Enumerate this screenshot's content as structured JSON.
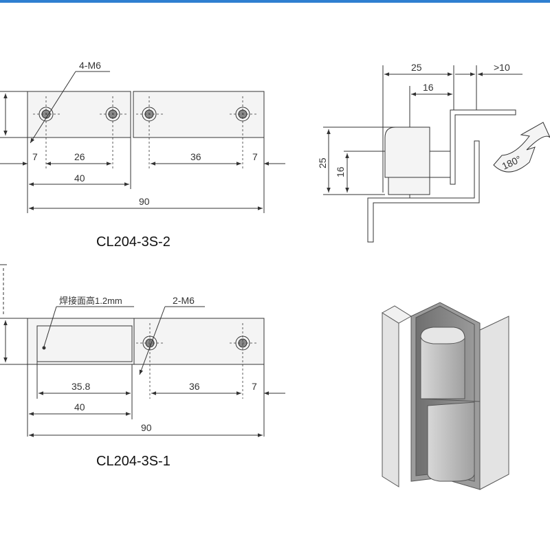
{
  "colors": {
    "top_bar": "#2f7fd1",
    "line": "#333333",
    "plate_fill": "#f4f4f4",
    "hinge_dark": "#8a8a8a",
    "hinge_mid": "#a9a9a9",
    "hinge_light": "#c9c9c9"
  },
  "drawing_top": {
    "caption": "CL204-3S-2",
    "hole_callout": "4-M6",
    "dims": {
      "d7_left": "7",
      "d26": "26",
      "d36": "36",
      "d7_right": "7",
      "d40": "40",
      "d90": "90"
    }
  },
  "drawing_bottom": {
    "caption": "CL204-3S-1",
    "hole_callout": "2-M6",
    "weld_note": "焊接面高1.2mm",
    "dims": {
      "d35_8": "35.8",
      "d36": "36",
      "d7": "7",
      "d40": "40",
      "d90": "90"
    }
  },
  "side_view": {
    "dims": {
      "d25_top": "25",
      "d10": ">10",
      "d16_top": "16",
      "d25_left": "25",
      "d16_left": "16"
    },
    "rotation_label": "180°",
    "rotation_icon": "curved-arrow-icon"
  },
  "iso_view": {
    "icon": "hinge-isometric-icon"
  }
}
